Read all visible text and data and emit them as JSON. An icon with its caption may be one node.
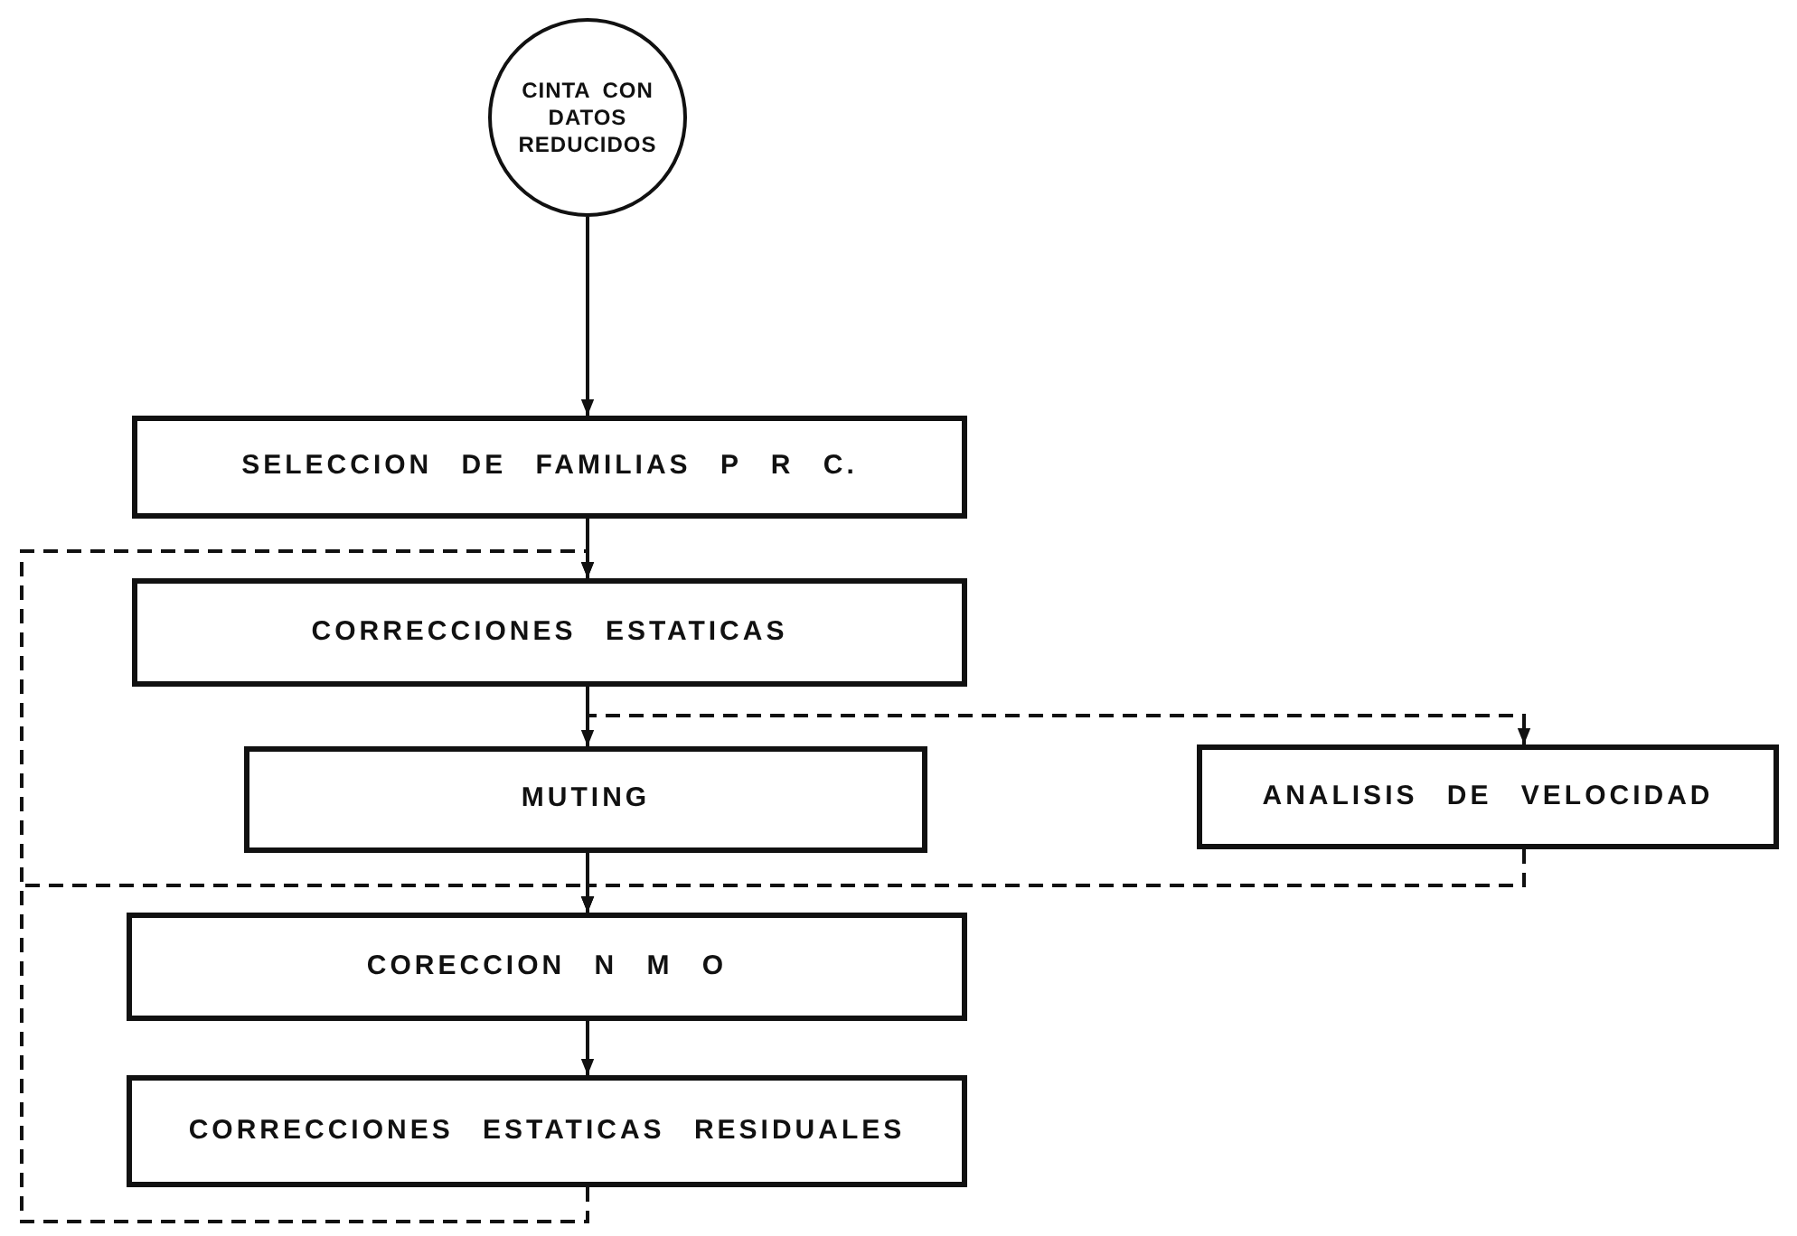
{
  "diagram": {
    "nodes": [
      {
        "text": [
          "CINTA CON DATOS REDUCIDOS"
        ]
      },
      {
        "text": [
          "SELECCION DE FAMILIAS P R C."
        ]
      },
      {
        "text": [
          "CORRECCIONES ESTATICAS"
        ]
      },
      {
        "text": [
          "MUTING"
        ]
      },
      {
        "text": [
          "ANALISIS DE VELOCIDAD"
        ]
      },
      {
        "text": [
          "CORECCION N M O"
        ]
      },
      {
        "text": [
          "CORRECCIONES ESTATICAS RESIDUALES"
        ]
      }
    ],
    "edges": [
      {
        "from": 0,
        "to": 1,
        "arrow": "to"
      },
      {
        "from": 1,
        "to": 2,
        "arrow": "to"
      },
      {
        "from": 6,
        "to": 2,
        "arrow": "to",
        "style": "dashed"
      },
      {
        "from": 2,
        "to": 3,
        "arrow": "to"
      },
      {
        "from": 2,
        "to": 4,
        "arrow": "to",
        "style": "dashed"
      },
      {
        "from": 3,
        "to": 5,
        "arrow": "to"
      },
      {
        "from": 4,
        "to": 5,
        "arrow": "to",
        "style": "dashed"
      },
      {
        "from": 6,
        "to": 5,
        "arrow": "to",
        "style": "dashed"
      },
      {
        "from": 5,
        "to": 6,
        "arrow": "to"
      }
    ]
  }
}
